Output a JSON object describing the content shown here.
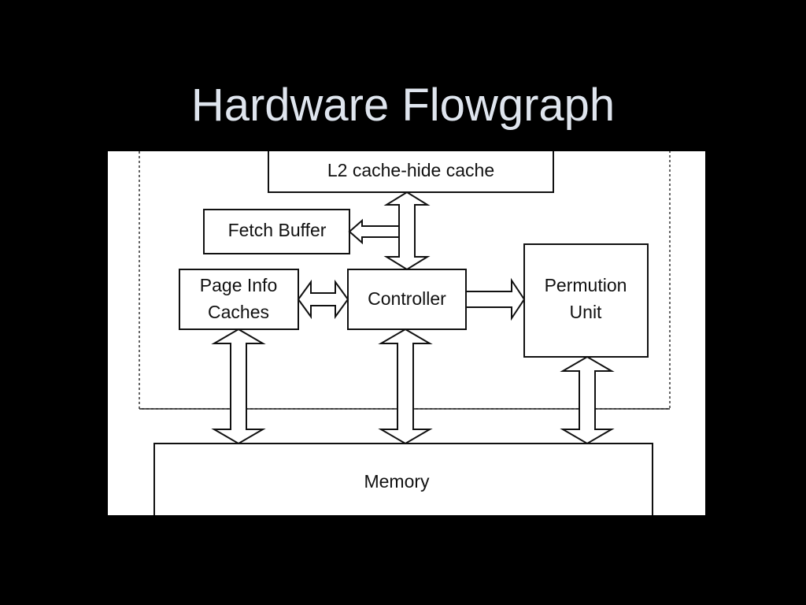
{
  "title": "Hardware Flowgraph",
  "diagram": {
    "blocks": {
      "l2_cache": "L2 cache-hide cache",
      "fetch_buffer": "Fetch Buffer",
      "page_info_line1": "Page Info",
      "page_info_line2": "Caches",
      "controller": "Controller",
      "permution_line1": "Permution",
      "permution_line2": "Unit",
      "memory": "Memory"
    },
    "colors": {
      "slide_background": "#000000",
      "title_text": "#dfe5ee",
      "figure_background": "#ffffff",
      "stroke": "#111111"
    }
  }
}
